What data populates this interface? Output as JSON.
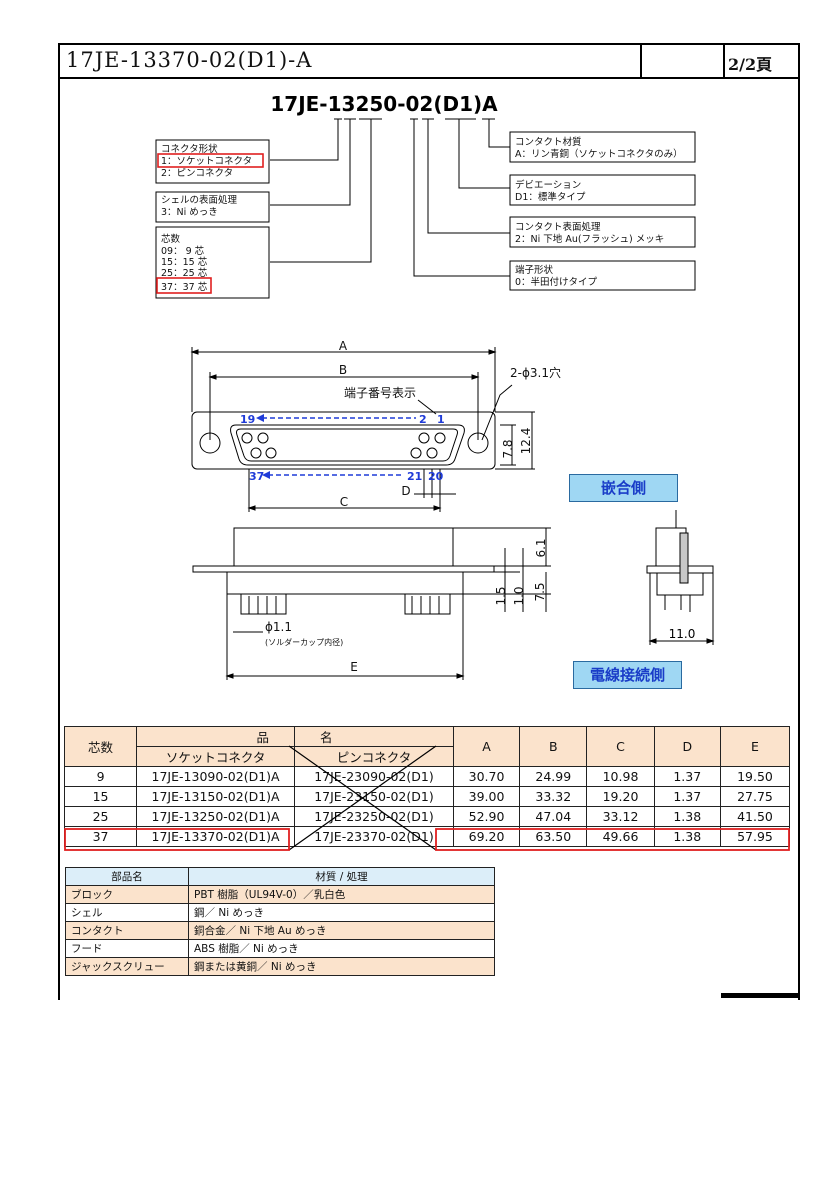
{
  "header": {
    "title": "17JE-13370-02(D1)-A",
    "page": "2/2頁"
  },
  "part_code": "17JE-13250-02(D1)A",
  "left_boxes": {
    "shape": {
      "title": "コネクタ形状",
      "opt1": "1：ソケットコネクタ",
      "opt2": "2：ピンコネクタ"
    },
    "shell": {
      "title": "シェルの表面処理",
      "opt1": "3：Ni めっき"
    },
    "pins": {
      "title": "芯数",
      "o1": "09：  9 芯",
      "o2": "15：15 芯",
      "o3": "25：25 芯",
      "o4": "37：37 芯"
    }
  },
  "right_boxes": {
    "material": {
      "title": "コンタクト材質",
      "opt": "A：リン青銅（ソケットコネクタのみ）"
    },
    "deviation": {
      "title": "デビエーション",
      "opt": "D1：標準タイプ"
    },
    "plating": {
      "title": "コンタクト表面処理",
      "opt": "2：Ni 下地 Au(フラッシュ) メッキ"
    },
    "terminal": {
      "title": "端子形状",
      "opt": "0：半田付けタイプ"
    }
  },
  "drawing": {
    "dim_a": "A",
    "dim_b": "B",
    "dim_c": "C",
    "dim_d": "D",
    "dim_e": "E",
    "hole": "2-ϕ3.1穴",
    "pin_label": "端子番号表示",
    "p19": "19",
    "p2": "2",
    "p1": "1",
    "p37": "37",
    "p21": "21",
    "p20": "20",
    "d78": "7.8",
    "d124": "12.4",
    "d61": "6.1",
    "d15": "1.5",
    "d10": "1.0",
    "d75": "7.5",
    "phi": "ϕ1.1",
    "phi_note": "(ソルダーカップ内径)",
    "d110": "11.0"
  },
  "badges": {
    "mating": "嵌合側",
    "cable": "電線接続側"
  },
  "spec_table": {
    "h_pins": "芯数",
    "h_name_a": "品",
    "h_name_b": "名",
    "h_socket": "ソケットコネクタ",
    "h_pin": "ピンコネクタ",
    "cols": [
      "A",
      "B",
      "C",
      "D",
      "E"
    ],
    "rows": [
      [
        "9",
        "17JE-13090-02(D1)A",
        "17JE-23090-02(D1)",
        "30.70",
        "24.99",
        "10.98",
        "1.37",
        "19.50"
      ],
      [
        "15",
        "17JE-13150-02(D1)A",
        "17JE-23150-02(D1)",
        "39.00",
        "33.32",
        "19.20",
        "1.37",
        "27.75"
      ],
      [
        "25",
        "17JE-13250-02(D1)A",
        "17JE-23250-02(D1)",
        "52.90",
        "47.04",
        "33.12",
        "1.38",
        "41.50"
      ],
      [
        "37",
        "17JE-13370-02(D1)A",
        "17JE-23370-02(D1)",
        "69.20",
        "63.50",
        "49.66",
        "1.38",
        "57.95"
      ]
    ]
  },
  "material_table": {
    "h_part": "部品名",
    "h_mat": "材質 / 処理",
    "rows": [
      [
        "ブロック",
        "PBT 樹脂（UL94V-0）／乳白色"
      ],
      [
        "シェル",
        "鋼／ Ni めっき"
      ],
      [
        "コンタクト",
        "銅合金／ Ni 下地 Au めっき"
      ],
      [
        "フード",
        "ABS 樹脂／ Ni めっき"
      ],
      [
        "ジャックスクリュー",
        "鋼または黄銅／ Ni めっき"
      ]
    ]
  },
  "colors": {
    "highlight": "#e02020",
    "pin_label": "#1f3bd8",
    "badge_bg": "#9fd7f3",
    "table_head": "#fbe3cc",
    "mat_head": "#dceef9"
  }
}
